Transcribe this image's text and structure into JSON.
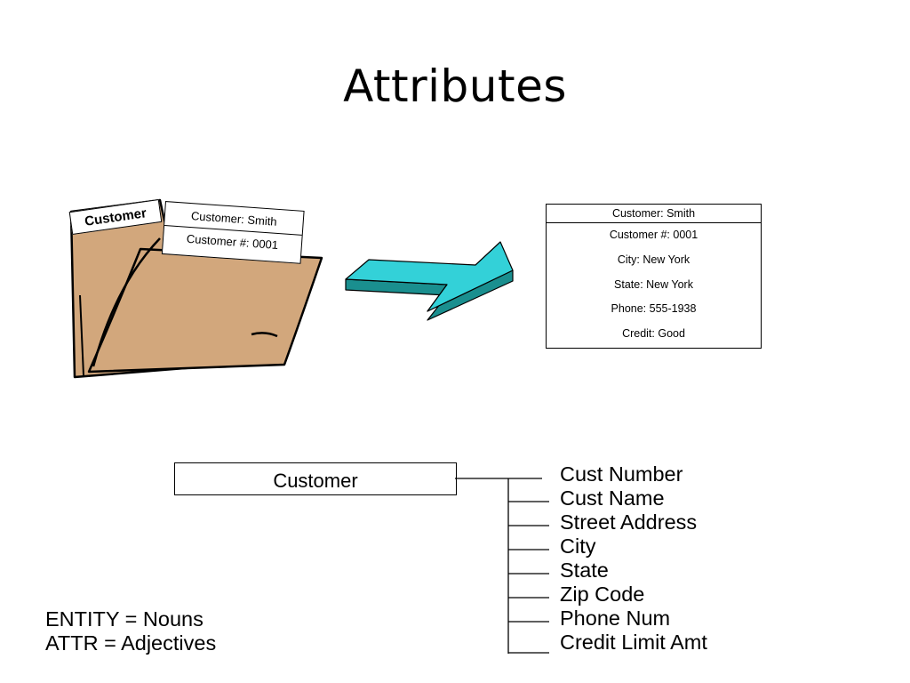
{
  "slide": {
    "title": "Attributes"
  },
  "folder": {
    "tab_label": "Customer",
    "card": {
      "line1": "Customer:  Smith",
      "line2": "Customer #:  0001"
    },
    "colors": {
      "fill": "#d2a77c",
      "outline": "#000000"
    }
  },
  "arrow": {
    "colors": {
      "face": "#33d1d8",
      "side": "#1a8f8f"
    }
  },
  "record": {
    "header": "Customer:  Smith",
    "rows": [
      "Customer #:  0001",
      "City:  New York",
      "State:  New York",
      "Phone:  555-1938",
      "Credit:  Good"
    ]
  },
  "entity": {
    "name": "Customer"
  },
  "attributes": [
    "Cust Number",
    "Cust Name",
    "Street Address",
    "City",
    "State",
    "Zip Code",
    "Phone Num",
    "Credit Limit Amt"
  ],
  "legend": {
    "line1": "ENTITY = Nouns",
    "line2": "ATTR = Adjectives"
  }
}
